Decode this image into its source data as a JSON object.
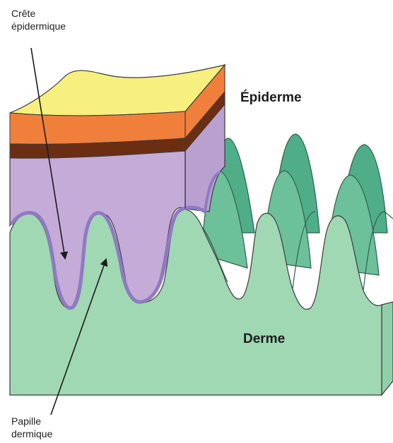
{
  "labels": {
    "epidermal_ridge": {
      "line1": "Crête",
      "line2": "épidermique"
    },
    "dermal_papilla": {
      "line1": "Papille",
      "line2": "dermique"
    },
    "epidermis": "Épiderme",
    "dermis": "Derme"
  },
  "colors": {
    "stratum_top": "#f7ef7e",
    "stratum_orange": "#f07f3c",
    "stratum_brown": "#6b2e12",
    "epidermis_body": "#c4abd8",
    "basal_layer": "#8f7ac2",
    "dermis_front": "#9fd8b2",
    "dermis_side": "#8fcfa8",
    "papilla_dark": "#4fae88",
    "papilla_light": "#7ecba5",
    "outline": "#3b3b3b"
  }
}
